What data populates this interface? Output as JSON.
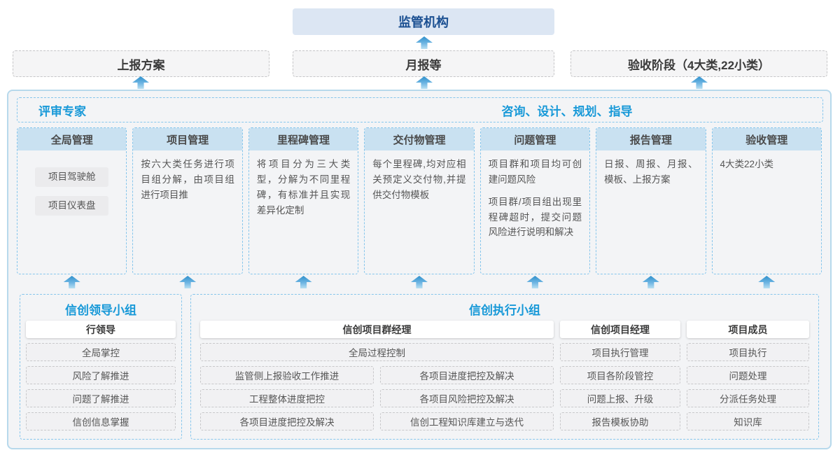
{
  "colors": {
    "accent_blue": "#1899d8",
    "dark_blue": "#1a4f91",
    "container_border": "#b7d9ec",
    "dashed_blue": "#86c6ec",
    "header_strip": "#c9e1f1",
    "arrow_top": "#2f90cc",
    "arrow_bottom": "#b8dff2"
  },
  "top": {
    "regulator": "监管机构"
  },
  "reports_row": {
    "plan": "上报方案",
    "monthly": "月报等",
    "acceptance": "验收阶段（4大类,22小类）"
  },
  "platform": {
    "experts_label": "评审专家",
    "consulting_label": "咨询、设计、规划、指导",
    "columns": [
      {
        "title": "全局管理",
        "pills": [
          "项目驾驶舱",
          "项目仪表盘"
        ]
      },
      {
        "title": "项目管理",
        "paragraphs": [
          "按六大类任务进行项目组分解，由项目组进行项目推"
        ]
      },
      {
        "title": "里程碑管理",
        "paragraphs": [
          "将项目分为三大类型，分解为不同里程碑，有标准并且实现差异化定制"
        ]
      },
      {
        "title": "交付物管理",
        "paragraphs": [
          "每个里程碑,均对应相关预定义交付物,并提供交付物模板"
        ]
      },
      {
        "title": "问题管理",
        "paragraphs": [
          "项目群和项目均可创建问题风险",
          "项目群/项目组出现里程碑超时，提交问题风险进行说明和解决"
        ]
      },
      {
        "title": "报告管理",
        "paragraphs": [
          "日报、周报、月报、模板、上报方案"
        ]
      },
      {
        "title": "验收管理",
        "paragraphs": [
          "4大类22小类"
        ]
      }
    ]
  },
  "groups": {
    "leader": {
      "title": "信创领导小组",
      "role": "行领导",
      "items": [
        "全局掌控",
        "风险了解推进",
        "问题了解推进",
        "信创信息掌握"
      ]
    },
    "executor": {
      "title": "信创执行小组",
      "program_manager": {
        "role": "信创项目群经理",
        "full_item": "全局过程控制",
        "left_items": [
          "监管侧上报验收工作推进",
          "工程整体进度把控",
          "各项目进度把控及解决"
        ],
        "right_items": [
          "各项目进度把控及解决",
          "各项目风险把控及解决",
          "信创工程知识库建立与迭代"
        ]
      },
      "project_manager": {
        "role": "信创项目经理",
        "items": [
          "项目执行管理",
          "项目各阶段管控",
          "问题上报、升级",
          "报告模板协助"
        ]
      },
      "member": {
        "role": "项目成员",
        "items": [
          "项目执行",
          "问题处理",
          "分派任务处理",
          "知识库"
        ]
      }
    }
  }
}
